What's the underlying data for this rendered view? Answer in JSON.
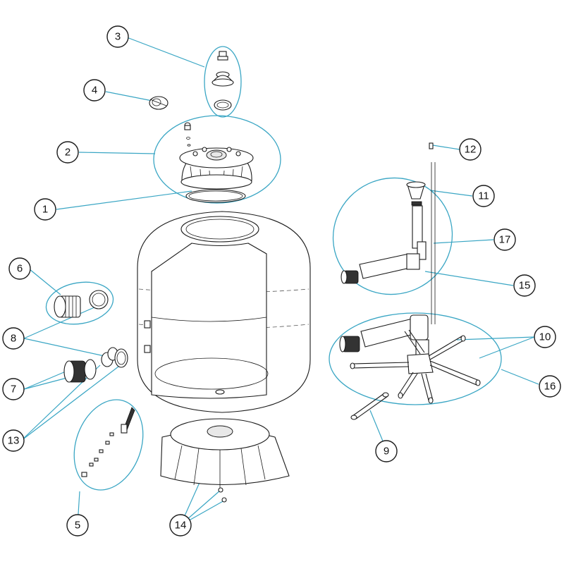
{
  "diagram": {
    "accent_color": "#3aa6c4",
    "callouts": [
      {
        "id": "1",
        "label": "1"
      },
      {
        "id": "2",
        "label": "2"
      },
      {
        "id": "3",
        "label": "3"
      },
      {
        "id": "4",
        "label": "4"
      },
      {
        "id": "5",
        "label": "5"
      },
      {
        "id": "6",
        "label": "6"
      },
      {
        "id": "7",
        "label": "7"
      },
      {
        "id": "8",
        "label": "8"
      },
      {
        "id": "9",
        "label": "9"
      },
      {
        "id": "10",
        "label": "10"
      },
      {
        "id": "11",
        "label": "11"
      },
      {
        "id": "12",
        "label": "12"
      },
      {
        "id": "13",
        "label": "13"
      },
      {
        "id": "14",
        "label": "14"
      },
      {
        "id": "15",
        "label": "15"
      },
      {
        "id": "16",
        "label": "16"
      },
      {
        "id": "17",
        "label": "17"
      }
    ]
  }
}
